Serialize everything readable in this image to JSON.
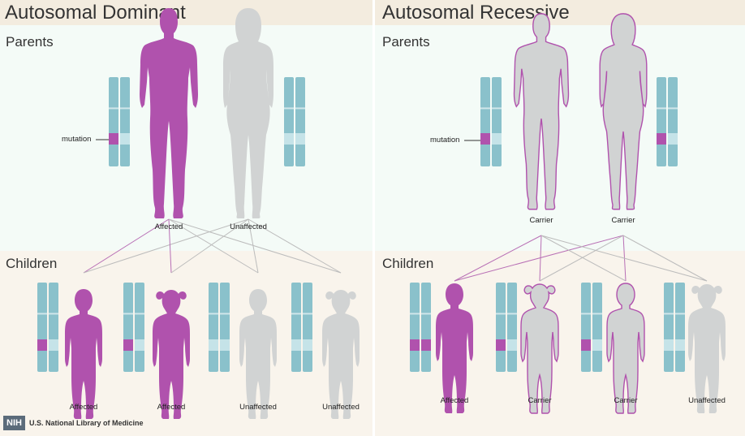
{
  "dominant": {
    "title": "Autosomal Dominant",
    "parents_label": "Parents",
    "children_label": "Children",
    "mutation_label": "mutation",
    "parent_labels": [
      "Affected",
      "Unaffected"
    ],
    "child_labels": [
      "Affected",
      "Affected",
      "Unaffected",
      "Unaffected"
    ]
  },
  "recessive": {
    "title": "Autosomal Recessive",
    "parents_label": "Parents",
    "children_label": "Children",
    "mutation_label": "mutation",
    "parent_labels": [
      "Carrier",
      "Carrier"
    ],
    "child_labels": [
      "Affected",
      "Carrier",
      "Carrier",
      "Unaffected"
    ]
  },
  "footer": {
    "logo": "NIH",
    "org": "U.S. National Library of Medicine"
  },
  "colors": {
    "affected": "#b052ad",
    "unaffected": "#d1d3d3",
    "chromosome": "#8ac1cb",
    "band_normal": "#c5e3e8",
    "band_mutation": "#b052ad",
    "header_bg": "#f3ecdf",
    "parents_bg": "#f4fbf7",
    "children_bg": "#f9f4ec",
    "line_affected": "#b86fb5",
    "line_unaffected": "#bcbcbc"
  }
}
